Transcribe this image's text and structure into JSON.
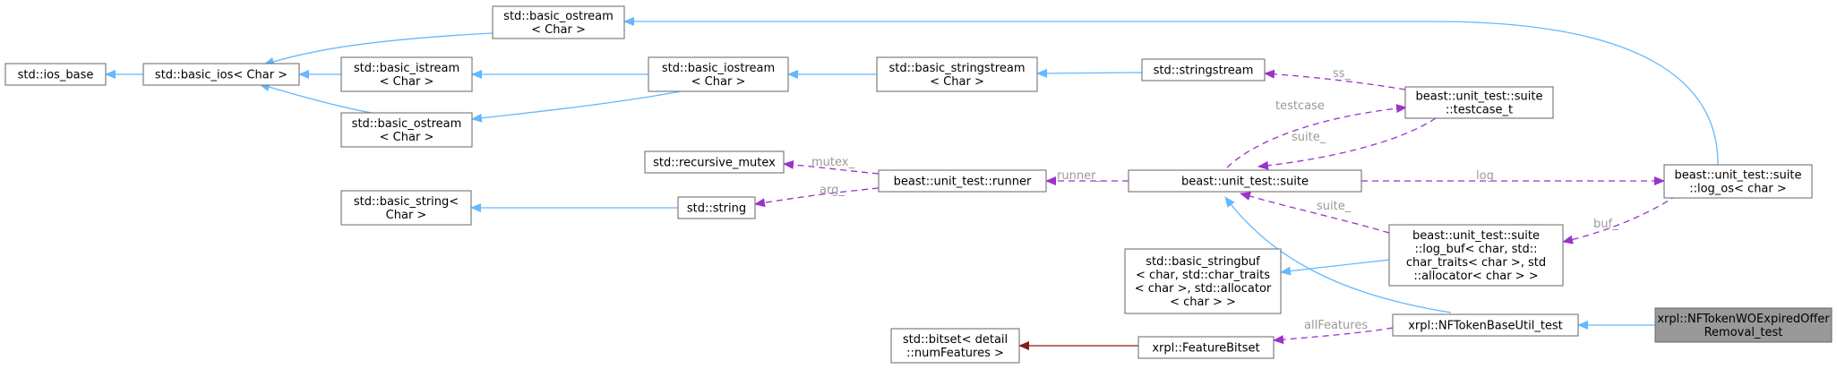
{
  "nodes": {
    "ios_base": {
      "lines": [
        "std::ios_base"
      ]
    },
    "basic_ios": {
      "lines": [
        "std::basic_ios< Char >"
      ]
    },
    "basic_ostream_top": {
      "lines": [
        "std::basic_ostream",
        "< Char >"
      ]
    },
    "basic_istream": {
      "lines": [
        "std::basic_istream",
        "< Char >"
      ]
    },
    "basic_ostream_mid": {
      "lines": [
        "std::basic_ostream",
        "< Char >"
      ]
    },
    "basic_iostream": {
      "lines": [
        "std::basic_iostream",
        "< Char >"
      ]
    },
    "basic_stringstream": {
      "lines": [
        "std::basic_stringstream",
        "< Char >"
      ]
    },
    "stringstream": {
      "lines": [
        "std::stringstream"
      ]
    },
    "testcase_t": {
      "lines": [
        "beast::unit_test::suite",
        "::testcase_t"
      ]
    },
    "recursive_mutex": {
      "lines": [
        "std::recursive_mutex"
      ]
    },
    "basic_string": {
      "lines": [
        "std::basic_string<",
        "Char >"
      ]
    },
    "string": {
      "lines": [
        "std::string"
      ]
    },
    "runner": {
      "lines": [
        "beast::unit_test::runner"
      ]
    },
    "suite": {
      "lines": [
        "beast::unit_test::suite"
      ]
    },
    "log_os": {
      "lines": [
        "beast::unit_test::suite",
        "::log_os< char >"
      ]
    },
    "basic_stringbuf": {
      "lines": [
        "std::basic_stringbuf",
        "< char, std::char_traits",
        "< char >, std::allocator",
        "< char > >"
      ]
    },
    "log_buf": {
      "lines": [
        "beast::unit_test::suite",
        "::log_buf< char, std::",
        "char_traits< char >, std",
        "::allocator< char > >"
      ]
    },
    "bitset": {
      "lines": [
        "std::bitset< detail",
        "::numFeatures >"
      ]
    },
    "feature_bitset": {
      "lines": [
        "xrpl::FeatureBitset"
      ]
    },
    "nftoken_base": {
      "lines": [
        "xrpl::NFTokenBaseUtil_test"
      ]
    },
    "nftoken_expired": {
      "lines": [
        "xrpl::NFTokenWOExpiredOffer",
        "Removal_test"
      ]
    }
  },
  "edge_labels": {
    "ss": "ss_",
    "testcase": "testcase",
    "suite_to_testcase": "suite_",
    "mutex": "mutex_",
    "arg": "arg_",
    "runner": "runner_",
    "log": "log",
    "buf": "buf_",
    "suite_from_logbuf": "suite_",
    "allFeatures": "allFeatures"
  }
}
